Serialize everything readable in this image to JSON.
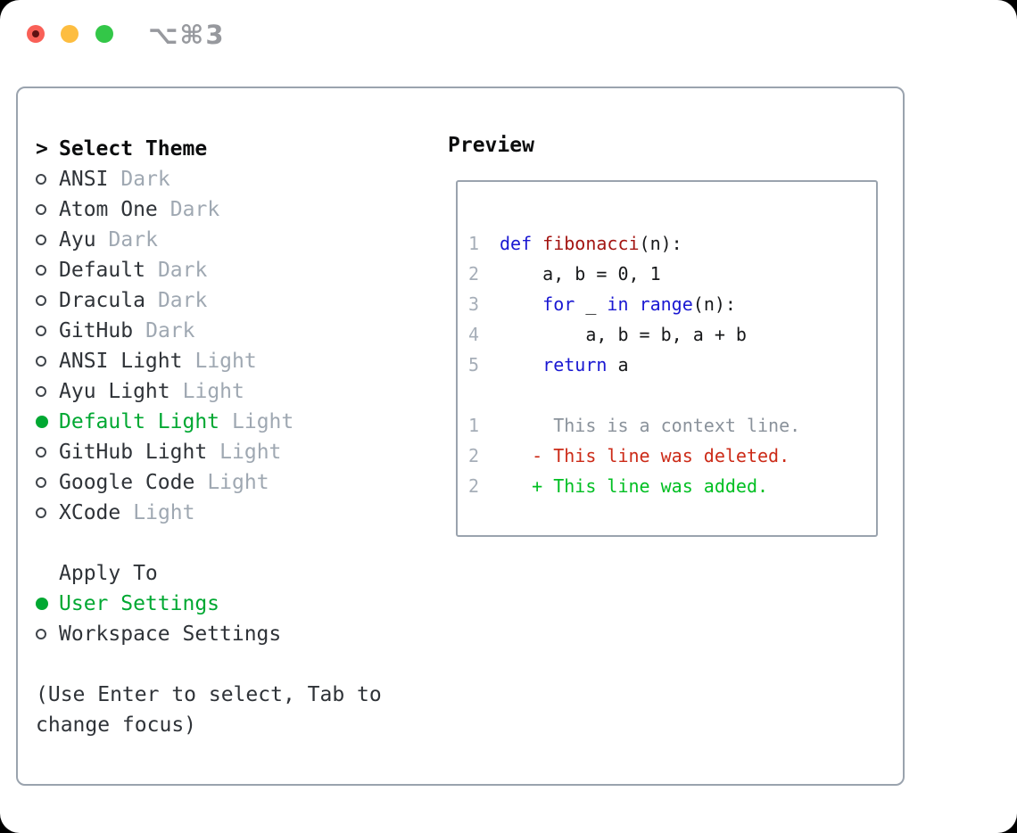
{
  "window": {
    "title": "⌥⌘3",
    "traffic_colors": {
      "close": "#f96057",
      "minimize": "#fdbd40",
      "zoom": "#33c748"
    }
  },
  "colors": {
    "selected_green": "#00a832",
    "tag_gray": "#9fa8b2",
    "item_text": "#2f3338",
    "keyword_blue": "#1a18d2",
    "function_red": "#a31512",
    "code_text": "#17181a",
    "line_number": "#a6aeb8",
    "diff_context": "#8a929b",
    "diff_deleted": "#cc2b18",
    "diff_added": "#00bf22",
    "border_gray": "#9aa3ae"
  },
  "theme_list": {
    "prompt": ">",
    "header": "Select Theme",
    "items": [
      {
        "name": "ANSI",
        "tag": "Dark",
        "selected": false
      },
      {
        "name": "Atom One",
        "tag": "Dark",
        "selected": false
      },
      {
        "name": "Ayu",
        "tag": "Dark",
        "selected": false
      },
      {
        "name": "Default",
        "tag": "Dark",
        "selected": false
      },
      {
        "name": "Dracula",
        "tag": "Dark",
        "selected": false
      },
      {
        "name": "GitHub",
        "tag": "Dark",
        "selected": false
      },
      {
        "name": "ANSI Light",
        "tag": "Light",
        "selected": false
      },
      {
        "name": "Ayu Light",
        "tag": "Light",
        "selected": false
      },
      {
        "name": "Default Light",
        "tag": "Light",
        "selected": true
      },
      {
        "name": "GitHub Light",
        "tag": "Light",
        "selected": false
      },
      {
        "name": "Google Code",
        "tag": "Light",
        "selected": false
      },
      {
        "name": "XCode",
        "tag": "Light",
        "selected": false
      }
    ]
  },
  "apply_to": {
    "header": "Apply To",
    "options": [
      {
        "label": "User Settings",
        "selected": true
      },
      {
        "label": "Workspace Settings",
        "selected": false
      }
    ]
  },
  "hint": "(Use Enter to select, Tab to change focus)",
  "preview": {
    "header": "Preview",
    "code_lines": [
      {
        "num": "1",
        "tokens": [
          [
            "k",
            "def"
          ],
          [
            "p",
            " "
          ],
          [
            "f",
            "fibonacci"
          ],
          [
            "p",
            "(n):"
          ]
        ]
      },
      {
        "num": "2",
        "tokens": [
          [
            "p",
            "    a, b = 0, 1"
          ]
        ]
      },
      {
        "num": "3",
        "tokens": [
          [
            "p",
            "    "
          ],
          [
            "k",
            "for"
          ],
          [
            "p",
            " _ "
          ],
          [
            "k",
            "in"
          ],
          [
            "p",
            " "
          ],
          [
            "k",
            "range"
          ],
          [
            "p",
            "(n):"
          ]
        ]
      },
      {
        "num": "4",
        "tokens": [
          [
            "p",
            "        a, b = b, a + b"
          ]
        ]
      },
      {
        "num": "5",
        "tokens": [
          [
            "p",
            "    "
          ],
          [
            "k",
            "return"
          ],
          [
            "p",
            " a"
          ]
        ]
      }
    ],
    "diff_lines": [
      {
        "num": "1",
        "kind": "context",
        "text": "     This is a context line."
      },
      {
        "num": "2",
        "kind": "deleted",
        "text": "   - This line was deleted."
      },
      {
        "num": "2",
        "kind": "added",
        "text": "   + This line was added."
      }
    ]
  }
}
